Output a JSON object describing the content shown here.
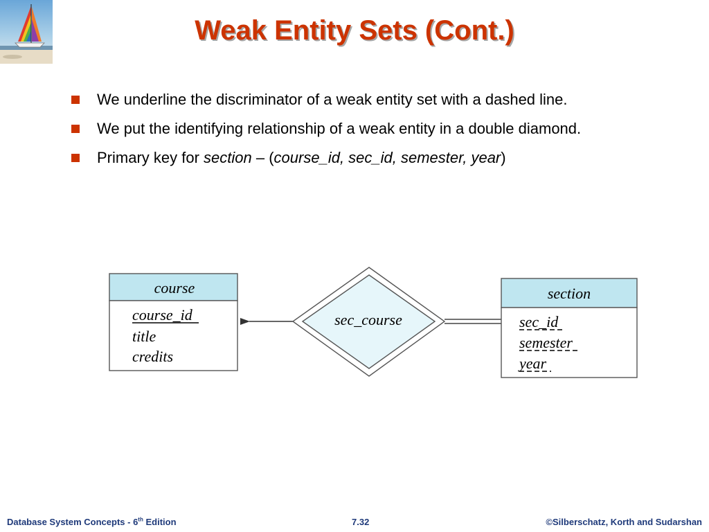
{
  "slide": {
    "title": "Weak Entity Sets (Cont.)"
  },
  "bullets": {
    "b1": "We underline the discriminator of a weak entity set  with a dashed line.",
    "b2": "We put the identifying relationship of a weak entity in a double diamond.",
    "b3_pre": "Primary key for ",
    "b3_entity": "section",
    "b3_mid": " – (",
    "b3_key": "course_id, sec_id, semester, year",
    "b3_post": ")"
  },
  "diagram": {
    "course": {
      "name": "course",
      "attr_primary": "course_id",
      "attr_1": "title",
      "attr_2": "credits"
    },
    "relationship": {
      "name": "sec_course"
    },
    "section": {
      "name": "section",
      "attr_1": "sec_id",
      "attr_2": "semester",
      "attr_3": "year"
    },
    "colors": {
      "entity_header": "#bfe6f0",
      "relationship_fill": "#e6f6fa"
    }
  },
  "footer": {
    "left_pre": "Database System Concepts - 6",
    "left_sup": "th",
    "left_post": " Edition",
    "center": "7.32",
    "right": "©Silberschatz, Korth and Sudarshan"
  }
}
